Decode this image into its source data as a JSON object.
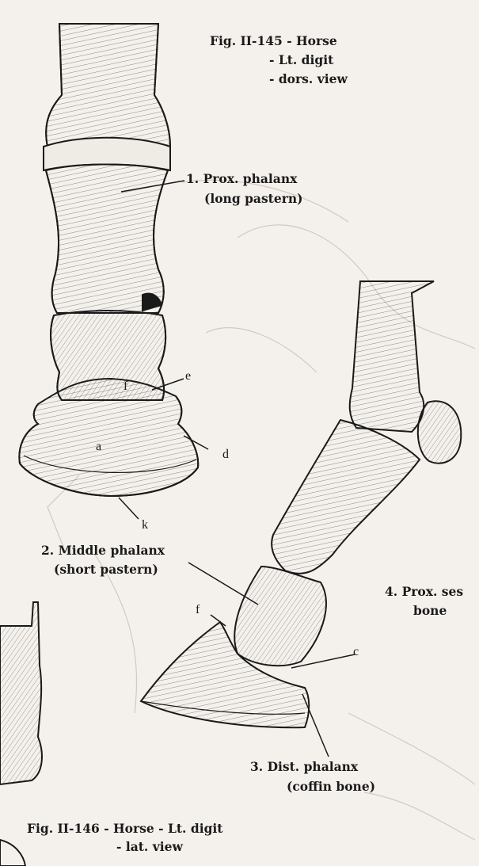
{
  "fig145": {
    "title": "Fig. II-145 - Horse",
    "line2": "- Lt. digit",
    "line3": "- dors. view"
  },
  "fig146": {
    "line1": "Fig. II-146 - Horse - Lt. digit",
    "line2": "- lat. view"
  },
  "labels": {
    "prox_phalanx": "1. Prox. phalanx",
    "prox_phalanx_sub": "(long pastern)",
    "middle_phalanx": "2. Middle phalanx",
    "middle_phalanx_sub": "(short pastern)",
    "dist_phalanx": "3. Dist. phalanx",
    "dist_phalanx_sub": "(coffin bone)",
    "prox_ses": "4. Prox. ses",
    "prox_ses_sub": "bone"
  },
  "letters": {
    "a": "a",
    "d": "d",
    "e": "e",
    "f_dorsal": "f",
    "k": "k",
    "f_lateral": "f",
    "c": "c"
  },
  "colors": {
    "ink": "#1a1a1a",
    "paper": "#f4f1ec",
    "bone": "#efece6",
    "ghost": "#cfcac2"
  }
}
